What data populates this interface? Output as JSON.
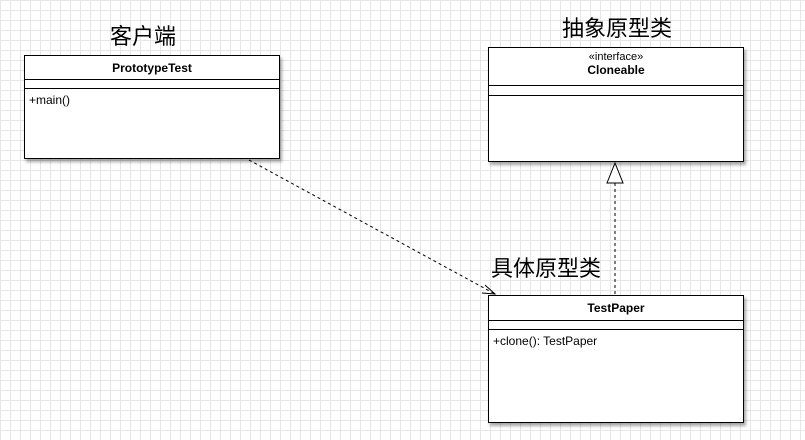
{
  "labels": {
    "client": "客户端",
    "abstract_prototype": "抽象原型类",
    "concrete_prototype": "具体原型类"
  },
  "classes": {
    "prototype_test": {
      "name": "PrototypeTest",
      "operations": [
        "+main()"
      ]
    },
    "cloneable": {
      "stereotype": "«interface»",
      "name": "Cloneable",
      "operations": []
    },
    "test_paper": {
      "name": "TestPaper",
      "operations": [
        "+clone(): TestPaper"
      ]
    }
  },
  "relationships": [
    {
      "type": "dependency",
      "from": "PrototypeTest",
      "to": "TestPaper"
    },
    {
      "type": "realization",
      "from": "TestPaper",
      "to": "Cloneable"
    }
  ]
}
